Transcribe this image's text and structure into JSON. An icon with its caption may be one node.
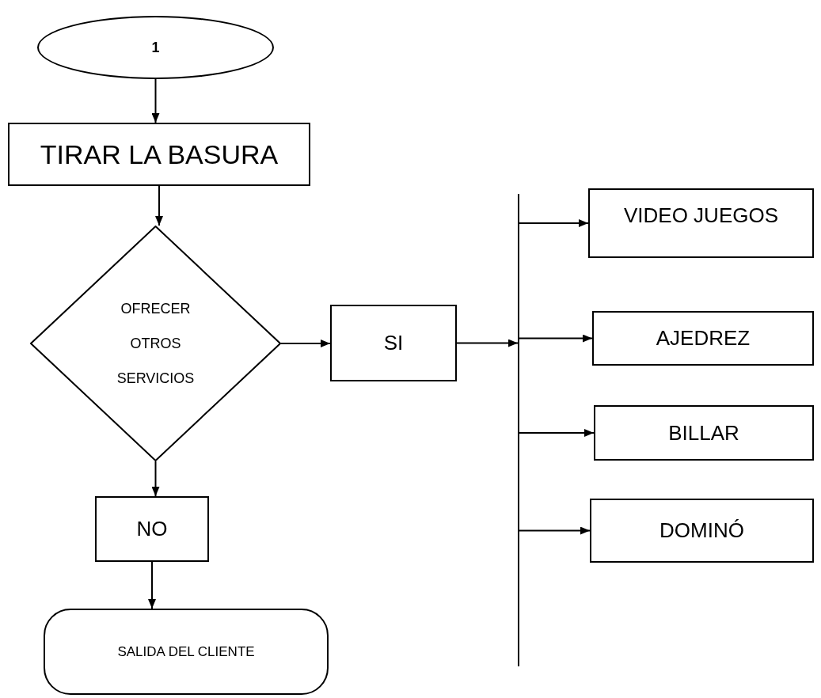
{
  "diagram": {
    "nodes": [
      {
        "text": [
          "1"
        ]
      },
      {
        "text": [
          "TIRAR LA BASURA"
        ]
      },
      {
        "text": [
          "OFRECER OTROS SERVICIOS"
        ]
      },
      {
        "text": [
          "SI"
        ]
      },
      {
        "text": [],
        "shape": "bar"
      },
      {
        "text": [
          "VIDEO JUEGOS"
        ]
      },
      {
        "text": [
          "AJEDREZ"
        ]
      },
      {
        "text": [
          "BILLAR"
        ]
      },
      {
        "text": [
          "DOMINÓ"
        ]
      },
      {
        "text": [
          "NO"
        ]
      },
      {
        "text": [
          "SALIDA DEL CLIENTE"
        ]
      }
    ],
    "edges": [
      {
        "from": 0,
        "to": 1,
        "arrow": "to"
      },
      {
        "from": 1,
        "to": 2,
        "arrow": "to"
      },
      {
        "from": 2,
        "to": 3,
        "arrow": "to"
      },
      {
        "from": 3,
        "to": 4,
        "arrow": "to"
      },
      {
        "from": 4,
        "to": 5,
        "arrow": "to"
      },
      {
        "from": 4,
        "to": 6,
        "arrow": "to"
      },
      {
        "from": 4,
        "to": 7,
        "arrow": "to"
      },
      {
        "from": 4,
        "to": 8,
        "arrow": "to"
      },
      {
        "from": 2,
        "to": 9,
        "arrow": "to"
      },
      {
        "from": 9,
        "to": 10,
        "arrow": "to"
      }
    ]
  }
}
